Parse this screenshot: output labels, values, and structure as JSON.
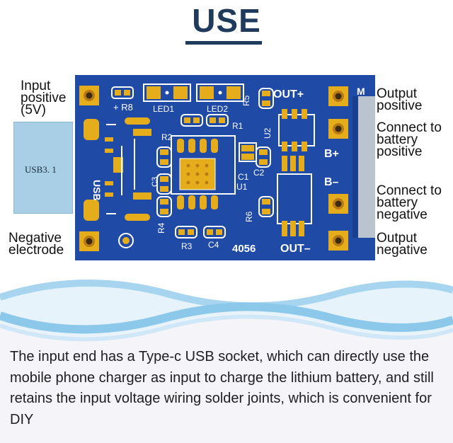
{
  "title": "USE",
  "labels": {
    "input_positive": [
      "Input",
      "positive",
      "(5V)"
    ],
    "negative_electrode": [
      "Negative",
      "electrode"
    ],
    "output_positive": [
      "Output",
      "positive"
    ],
    "battery_positive": [
      "Connect to",
      "battery",
      "positive"
    ],
    "battery_negative": [
      "Connect to",
      "battery",
      "negative"
    ],
    "output_negative": [
      "Output",
      "negative"
    ]
  },
  "usb_port_text": "USB3. 1",
  "board_silkscreen": {
    "r8": "+ R8",
    "led1": "LED1",
    "led2": "LED2",
    "r5": "R5",
    "out_plus": "OUT+",
    "m": "M",
    "r2": "R2",
    "r1": "R1",
    "u2": "U2",
    "b_plus": "B+",
    "b_minus": "B–",
    "usb": "USB",
    "c3": "C3",
    "c1": "C1",
    "c2": "C2",
    "u1": "U1",
    "r4": "R4",
    "r6": "R6",
    "r3": "R3",
    "c4": "C4",
    "model": "4056",
    "out_minus": "OUT–"
  },
  "caption": "The input end has a Type-c USB socket, which can directly use the mobile phone charger as input to charge the lithium battery, and still retains the input voltage wiring solder joints, which is convenient for DIY",
  "colors": {
    "title": "#1f3b5c",
    "pcb": "#1f4aa6",
    "pad": "#e5ac1c",
    "wave": "#a7d4ee"
  }
}
